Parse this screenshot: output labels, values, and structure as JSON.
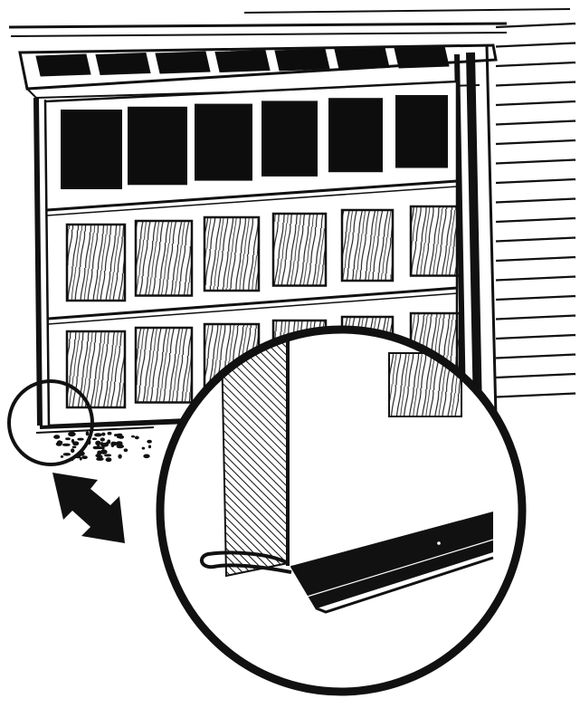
{
  "illustration": {
    "subject": "garage-door-bottom-weatherstrip",
    "colors": {
      "ink": "#111111",
      "paper": "#ffffff",
      "glass": "#0d0d0d"
    },
    "door": {
      "window_panes": 6,
      "wood_panel_rows": 2,
      "wood_panels_per_row": 6
    },
    "siding_boards": 20,
    "icons": [
      "small-detail-circle-icon",
      "double-arrow-icon",
      "magnified-detail-circle-icon"
    ]
  }
}
